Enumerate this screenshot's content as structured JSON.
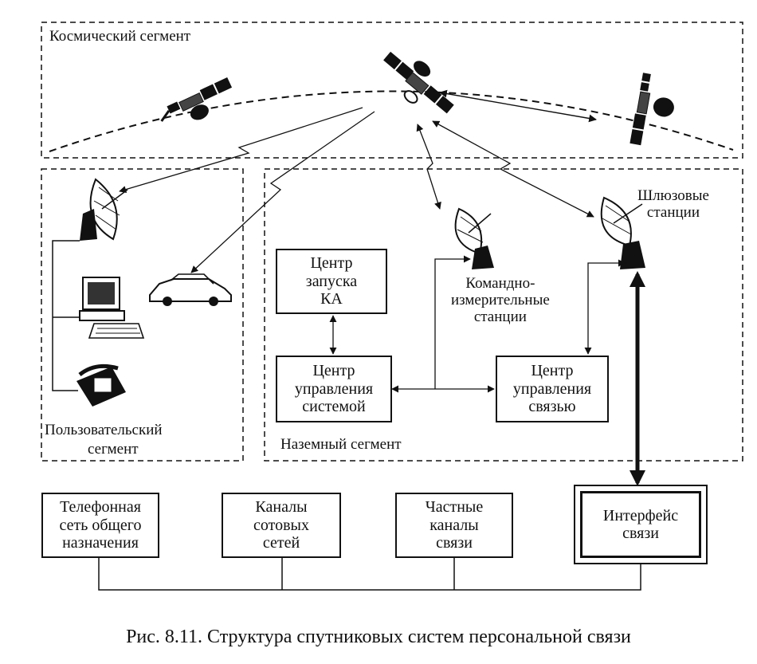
{
  "segments": {
    "space": "Космический сегмент",
    "user_line1": "Пользовательский",
    "user_line2": "сегмент",
    "ground": "Наземный сегмент"
  },
  "stations": {
    "gateway": "Шлюзовые\nстанции",
    "command": "Командно-\nизмерительные\nстанции"
  },
  "ground_boxes": {
    "launch": "Центр\nзапуска\nКА",
    "system": "Центр\nуправления\nсистемой",
    "comm": "Центр\nуправления\nсвязью"
  },
  "networks": {
    "pstn": "Телефонная\nсеть общего\nназначения",
    "cellular": "Каналы\nсотовых\nсетей",
    "private": "Частные\nканалы\nсвязи",
    "interface": "Интерфейс\nсвязи"
  },
  "caption": "Рис. 8.11. Структура спутниковых систем персональной связи"
}
